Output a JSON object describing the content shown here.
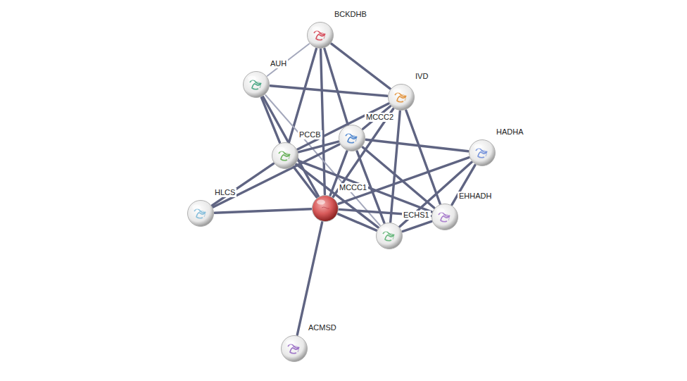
{
  "diagram": {
    "nodes": [
      {
        "text": [
          "BCKDHB"
        ]
      },
      {
        "text": [
          "AUH"
        ]
      },
      {
        "text": [
          "IVD"
        ]
      },
      {
        "text": [
          "MCCC2"
        ]
      },
      {
        "text": [
          "HADHA"
        ]
      },
      {
        "text": [
          "PCCB"
        ]
      },
      {
        "text": [
          "HLCS"
        ]
      },
      {
        "text": [
          "MCCC1"
        ]
      },
      {
        "text": [
          "EHHADH"
        ]
      },
      {
        "text": [
          "ECHS1"
        ]
      },
      {
        "text": [
          "ACMSD"
        ]
      }
    ],
    "edges": [
      {
        "from": 0,
        "to": 1,
        "arrow": "none"
      },
      {
        "from": 0,
        "to": 2,
        "arrow": "none"
      },
      {
        "from": 0,
        "to": 5,
        "arrow": "none"
      },
      {
        "from": 0,
        "to": 3,
        "arrow": "none"
      },
      {
        "from": 0,
        "to": 7,
        "arrow": "none"
      },
      {
        "from": 1,
        "to": 2,
        "arrow": "none"
      },
      {
        "from": 1,
        "to": 5,
        "arrow": "none"
      },
      {
        "from": 1,
        "to": 7,
        "arrow": "none"
      },
      {
        "from": 1,
        "to": 9,
        "arrow": "none"
      },
      {
        "from": 2,
        "to": 3,
        "arrow": "none"
      },
      {
        "from": 2,
        "to": 5,
        "arrow": "none"
      },
      {
        "from": 2,
        "to": 7,
        "arrow": "none"
      },
      {
        "from": 2,
        "to": 9,
        "arrow": "none"
      },
      {
        "from": 2,
        "to": 8,
        "arrow": "none"
      },
      {
        "from": 3,
        "to": 5,
        "arrow": "none"
      },
      {
        "from": 3,
        "to": 7,
        "arrow": "none"
      },
      {
        "from": 3,
        "to": 4,
        "arrow": "none"
      },
      {
        "from": 3,
        "to": 6,
        "arrow": "none"
      },
      {
        "from": 3,
        "to": 9,
        "arrow": "none"
      },
      {
        "from": 3,
        "to": 8,
        "arrow": "none"
      },
      {
        "from": 5,
        "to": 6,
        "arrow": "none"
      },
      {
        "from": 5,
        "to": 7,
        "arrow": "none"
      },
      {
        "from": 5,
        "to": 9,
        "arrow": "none"
      },
      {
        "from": 5,
        "to": 8,
        "arrow": "none"
      },
      {
        "from": 6,
        "to": 7,
        "arrow": "none"
      },
      {
        "from": 7,
        "to": 4,
        "arrow": "none"
      },
      {
        "from": 7,
        "to": 8,
        "arrow": "none"
      },
      {
        "from": 7,
        "to": 9,
        "arrow": "none"
      },
      {
        "from": 7,
        "to": 10,
        "arrow": "none"
      },
      {
        "from": 4,
        "to": 9,
        "arrow": "none"
      },
      {
        "from": 4,
        "to": 8,
        "arrow": "none"
      },
      {
        "from": 8,
        "to": 9,
        "arrow": "none"
      }
    ]
  }
}
